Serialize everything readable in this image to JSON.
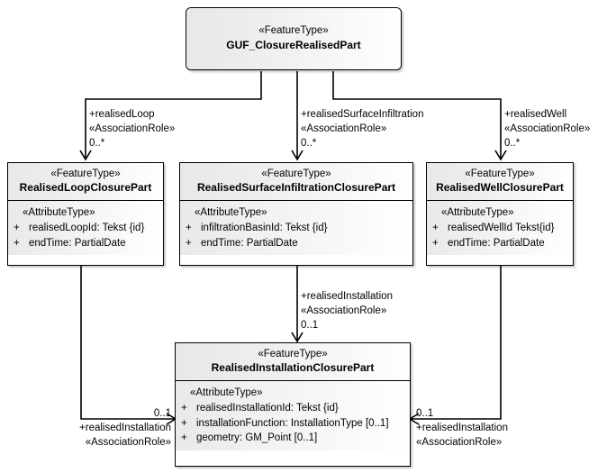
{
  "diagram": {
    "type": "uml-class-diagram",
    "background": "#ffffff",
    "line_color": "#000000",
    "fill_gradient_from": "#e8e8e8",
    "fill_gradient_to": "#ffffff"
  },
  "classes": {
    "top": {
      "stereotype": "«FeatureType»",
      "name": "GUF_ClosureRealisedPart",
      "attribute_stereotype": "",
      "attributes": []
    },
    "loop": {
      "stereotype": "«FeatureType»",
      "name": "RealisedLoopClosurePart",
      "attribute_stereotype": "«AttributeType»",
      "attributes": [
        {
          "visibility": "+",
          "text": "realisedLoopId: Tekst {id}"
        },
        {
          "visibility": "+",
          "text": "endTime: PartialDate"
        }
      ]
    },
    "infiltration": {
      "stereotype": "«FeatureType»",
      "name": "RealisedSurfaceInfiltrationClosurePart",
      "attribute_stereotype": "«AttributeType»",
      "attributes": [
        {
          "visibility": "+",
          "text": "infiltrationBasinId: Tekst {id}"
        },
        {
          "visibility": "+",
          "text": "endTime: PartialDate"
        }
      ]
    },
    "well": {
      "stereotype": "«FeatureType»",
      "name": "RealisedWellClosurePart",
      "attribute_stereotype": "«AttributeType»",
      "attributes": [
        {
          "visibility": "+",
          "text": "realisedWellId Tekst{id}"
        },
        {
          "visibility": "+",
          "text": "endTime: PartialDate"
        }
      ]
    },
    "installation": {
      "stereotype": "«FeatureType»",
      "name": "RealisedInstallationClosurePart",
      "attribute_stereotype": "«AttributeType»",
      "attributes": [
        {
          "visibility": "+",
          "text": "realisedInstallationId: Tekst {id}"
        },
        {
          "visibility": "+",
          "text": "installationFunction: InstallationType [0..1]"
        },
        {
          "visibility": "+",
          "text": "geometry: GM_Point [0..1]"
        }
      ]
    }
  },
  "associations": [
    {
      "id": "realised-loop",
      "role": "+realisedLoop",
      "stereotype": "«AssociationRole»",
      "multiplicity": "0..*"
    },
    {
      "id": "realised-surface-infiltration",
      "role": "+realisedSurfaceInfiltration",
      "stereotype": "«AssociationRole»",
      "multiplicity": "0..*"
    },
    {
      "id": "realised-well",
      "role": "+realisedWell",
      "stereotype": "«AssociationRole»",
      "multiplicity": "0..*"
    },
    {
      "id": "realised-installation-middle",
      "role": "+realisedInstallation",
      "stereotype": "«AssociationRole»",
      "multiplicity": "0..1"
    },
    {
      "id": "realised-installation-left",
      "role": "+realisedInstallation",
      "stereotype": "«AssociationRole»",
      "multiplicity": "0..1"
    },
    {
      "id": "realised-installation-right",
      "role": "+realisedInstallation",
      "stereotype": "«AssociationRole»",
      "multiplicity": "0..1"
    }
  ]
}
